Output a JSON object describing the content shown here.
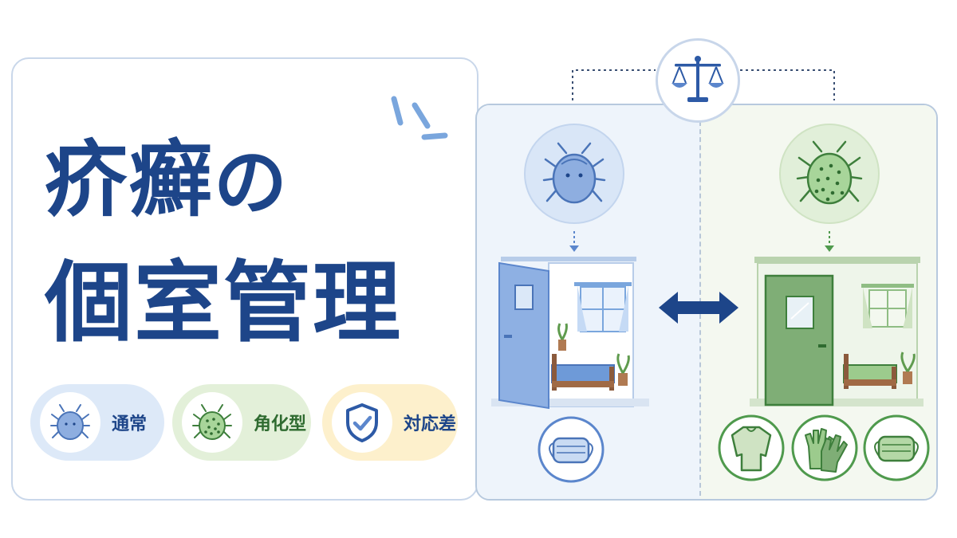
{
  "title": {
    "line1_a": "疥癬",
    "line1_b": "の",
    "line2": "個室管理"
  },
  "legend": [
    {
      "label": "通常",
      "icon": "mite-blue-icon"
    },
    {
      "label": "角化型",
      "icon": "mite-green-icon"
    },
    {
      "label": "対応差",
      "icon": "shield-check-icon"
    }
  ],
  "colors": {
    "navy": "#1d4589",
    "blue": "#5b86cc",
    "green": "#4f9a4d",
    "yellow": "#fdf0cc"
  },
  "comparison": {
    "left_items": [
      "mask-icon"
    ],
    "right_items": [
      "gown-icon",
      "gloves-icon",
      "mask-icon"
    ]
  }
}
